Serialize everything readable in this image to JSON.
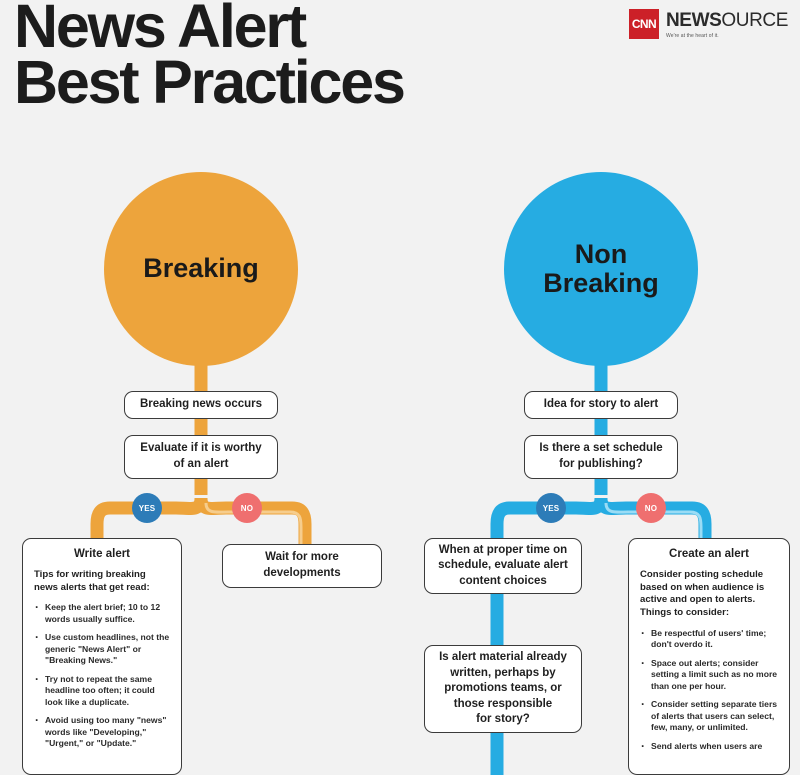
{
  "header": {
    "title": "News Alert\nBest Practices",
    "logo": {
      "mark_text": "CNN",
      "word_bold": "NEWS",
      "word_light": "OURCE",
      "tagline": "We're at the heart of it."
    }
  },
  "colors": {
    "background": "#f2f2f2",
    "breaking_orange": "#eda43c",
    "nonbreaking_blue": "#26ace2",
    "yes_badge": "#2d7cb8",
    "no_badge": "#ef6f6f",
    "logo_red": "#cc2028",
    "box_border": "#3b3b3b",
    "text": "#1f1f1f"
  },
  "branches": {
    "left": {
      "circle_label": "Breaking",
      "step1": "Breaking news occurs",
      "step2": "Evaluate if it is worthy\nof an alert",
      "yes_label": "YES",
      "no_label": "NO",
      "no_outcome": "Wait for more\ndevelopments",
      "panel": {
        "title": "Write alert",
        "intro": "Tips for writing breaking news alerts that get read:",
        "bullets": [
          "Keep the alert brief; 10 to 12 words usually suffice.",
          "Use custom headlines, not the generic \"News Alert\" or \"Breaking News.\"",
          "Try not to repeat the same headline too often; it could look like a duplicate.",
          "Avoid using too many \"news\" words like \"Developing,\" \"Urgent,\" or \"Update.\""
        ]
      }
    },
    "right": {
      "circle_label": "Non\nBreaking",
      "step1": "Idea for story to alert",
      "step2": "Is there a set schedule\nfor publishing?",
      "yes_label": "YES",
      "no_label": "NO",
      "yes_outcome": "When at proper time on\nschedule, evaluate alert\ncontent choices",
      "yes_followup": "Is alert material already\nwritten, perhaps by\npromotions teams, or\nthose responsible\nfor story?",
      "panel": {
        "title": "Create an alert",
        "intro": "Consider posting schedule based on when audience is active and open to alerts. Things to consider:",
        "bullets": [
          "Be respectful of users' time; don't overdo it.",
          "Space out alerts; consider setting a limit such as no more than one per hour.",
          "Consider setting separate tiers of alerts that users can select, few, many, or unlimited.",
          "Send alerts when users are"
        ]
      }
    }
  }
}
